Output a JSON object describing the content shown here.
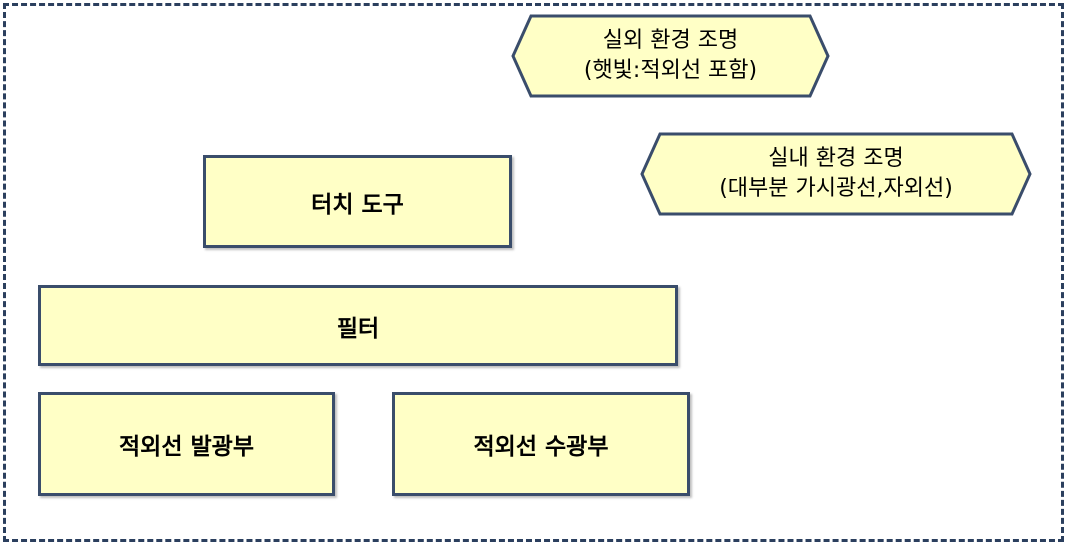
{
  "colors": {
    "fill": "#ffffc6",
    "stroke": "#3a4d6b",
    "frame": "#2b3f5e"
  },
  "diagram": {
    "outdoor_light": {
      "line1": "실외 환경 조명",
      "line2": "(햇빛:적외선 포함)"
    },
    "indoor_light": {
      "line1": "실내 환경 조명",
      "line2": "(대부분 가시광선,자외선)"
    },
    "touch_tool": "터치 도구",
    "filter": "필터",
    "ir_emitter": "적외선 발광부",
    "ir_receiver": "적외선 수광부"
  }
}
